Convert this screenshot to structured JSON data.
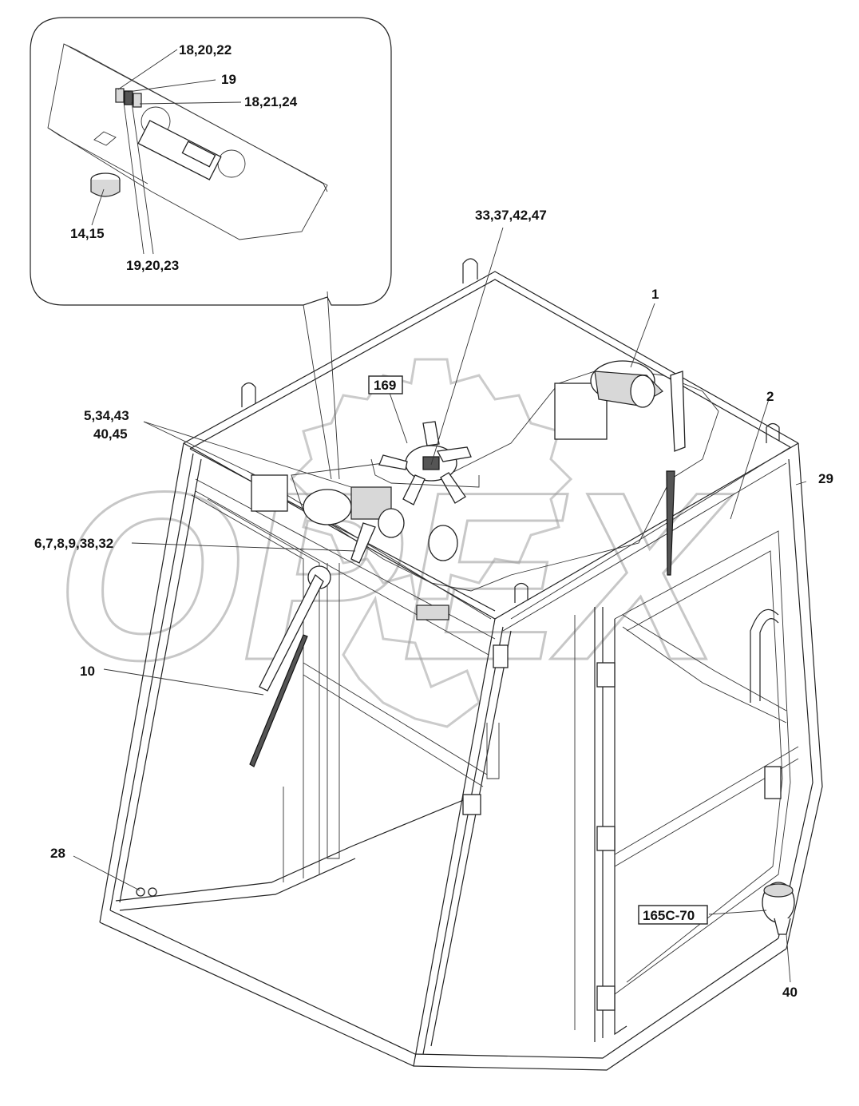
{
  "watermark": {
    "text": "OPEX"
  },
  "callouts": {
    "c_18_20_22": "18,20,22",
    "c_19": "19",
    "c_18_21_24": "18,21,24",
    "c_14_15": "14,15",
    "c_19_20_23": "19,20,23",
    "c_33_37_42_47": "33,37,42,47",
    "c_1": "1",
    "c_169": "169",
    "c_2": "2",
    "c_5_34_43": "5,34,43",
    "c_40_45": "40,45",
    "c_29": "29",
    "c_6_7_8_9_38_32": "6,7,8,9,38,32",
    "c_10": "10",
    "c_28": "28",
    "c_165c_70": "165C-70",
    "c_40": "40"
  }
}
